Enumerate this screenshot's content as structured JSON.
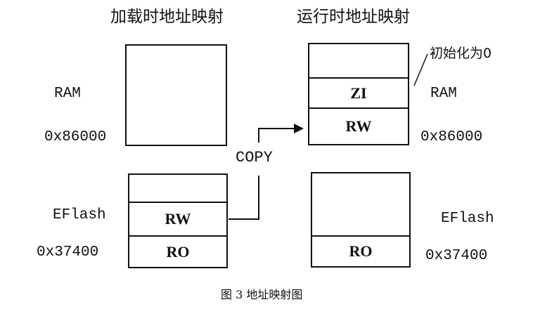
{
  "titles": {
    "load": "加载时地址映射",
    "run": "运行时地址映射"
  },
  "load_view": {
    "ram": {
      "name": "RAM",
      "address": "0x86000",
      "segments": []
    },
    "eflash": {
      "name": "EFlash",
      "address": "0x37400",
      "segments": [
        "",
        "RW",
        "RO"
      ]
    }
  },
  "run_view": {
    "ram": {
      "name": "RAM",
      "address": "0x86000",
      "segments": [
        "",
        "ZI",
        "RW"
      ],
      "annotation": "初始化为0"
    },
    "eflash": {
      "name": "EFlash",
      "address": "0x37400",
      "segments": [
        "",
        "RO"
      ]
    }
  },
  "copy_label": "COPY",
  "caption": "图 3  地址映射图"
}
